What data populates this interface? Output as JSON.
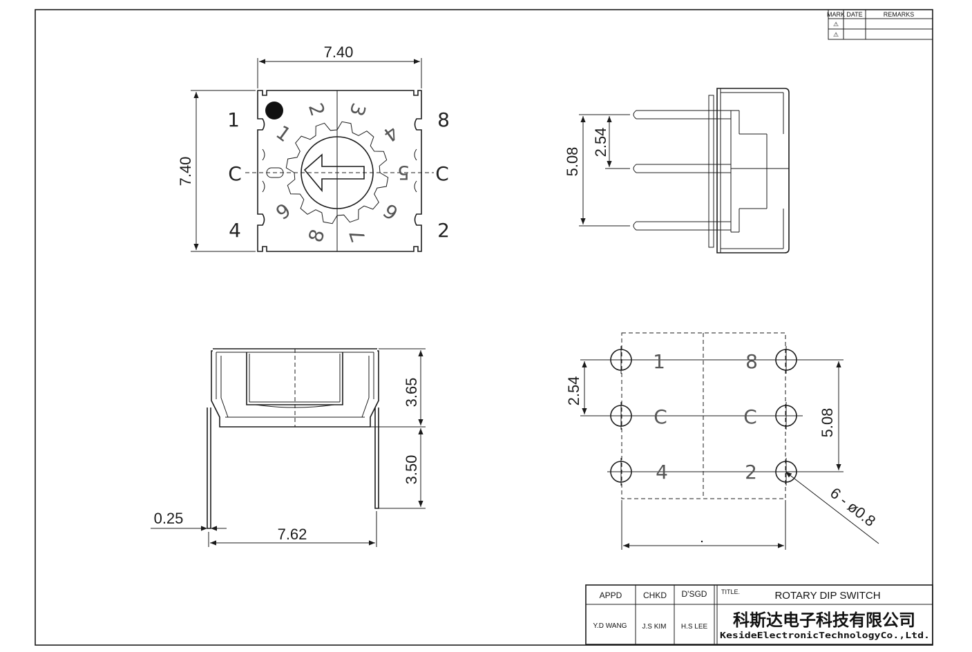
{
  "revision_table": {
    "headers": [
      "MARK",
      "DATE",
      "REMARKS"
    ],
    "rows": [
      {
        "mark": "⚠",
        "date": "",
        "remarks": ""
      },
      {
        "mark": "⚠",
        "date": "",
        "remarks": ""
      }
    ]
  },
  "top_view": {
    "width_dim": "7.40",
    "height_dim": "7.40",
    "outer_labels": {
      "top_left": "1",
      "mid_left": "C",
      "bottom_left": "4",
      "top_right": "8",
      "mid_right": "C",
      "bottom_right": "2"
    },
    "dial_numbers": [
      "0",
      "1",
      "2",
      "3",
      "4",
      "5",
      "6",
      "7",
      "8",
      "9"
    ]
  },
  "side_view": {
    "pitch_dim": "2.54",
    "span_dim": "5.08"
  },
  "front_view": {
    "body_height_dim": "3.65",
    "lead_length_dim": "3.50",
    "lead_thickness_dim": "0.25",
    "lead_span_dim": "7.62"
  },
  "footprint": {
    "pitch_dim": "2.54",
    "span_dim": "5.08",
    "hole_callout": "6 - ø0.8",
    "pin_labels": {
      "top_left": "1",
      "mid_left": "C",
      "bottom_left": "4",
      "top_right": "8",
      "mid_right": "C",
      "bottom_right": "2"
    }
  },
  "title_block": {
    "appd_label": "APPD",
    "chkd_label": "CHKD",
    "dsgd_label": "D'SGD",
    "title_label": "TITLE.",
    "title": "ROTARY DIP SWITCH",
    "appd_name": "Y.D WANG",
    "chkd_name": "J.S KIM",
    "dsgd_name": "H.S LEE",
    "company_cn": "科斯达电子科技有限公司",
    "company_en": "KesideElectronicTechnologyCo.,Ltd."
  }
}
